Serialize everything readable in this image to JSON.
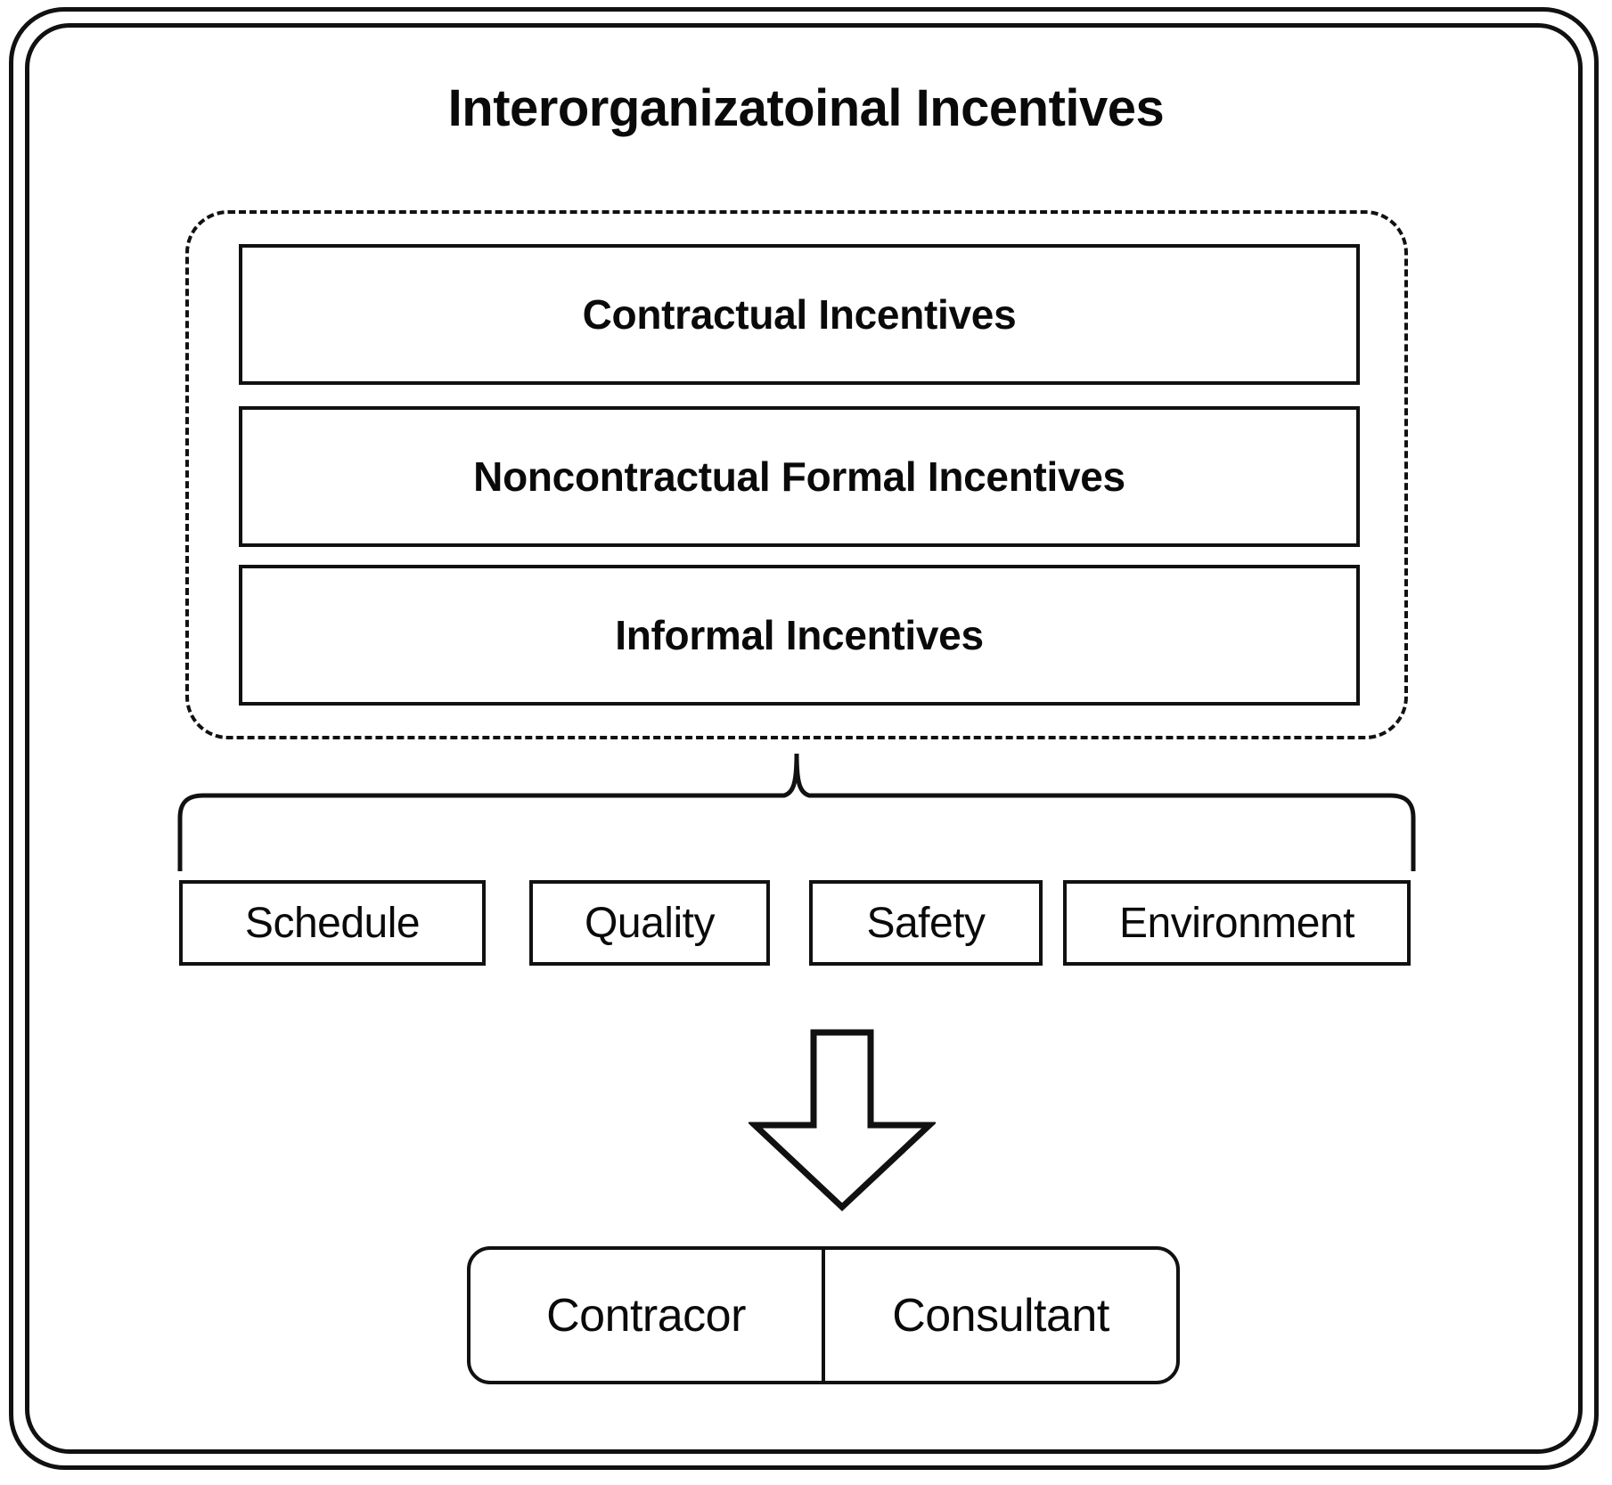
{
  "diagram": {
    "title": "Interorganizatoinal Incentives",
    "incentive_group": {
      "container_style": "dashed-rounded",
      "items": [
        {
          "label": "Contractual Incentives"
        },
        {
          "label": "Noncontractual Formal Incentives"
        },
        {
          "label": "Informal Incentives"
        }
      ]
    },
    "brace": {
      "name": "curly-brace-up"
    },
    "categories": [
      {
        "label": "Schedule"
      },
      {
        "label": "Quality"
      },
      {
        "label": "Safety"
      },
      {
        "label": "Environment"
      }
    ],
    "arrow": {
      "name": "down-arrow",
      "direction": "down"
    },
    "actors": [
      {
        "label": "Contracor"
      },
      {
        "label": "Consultant"
      }
    ],
    "colors": {
      "stroke": "#111111",
      "text": "#0a0a0a",
      "background": "#ffffff"
    }
  }
}
